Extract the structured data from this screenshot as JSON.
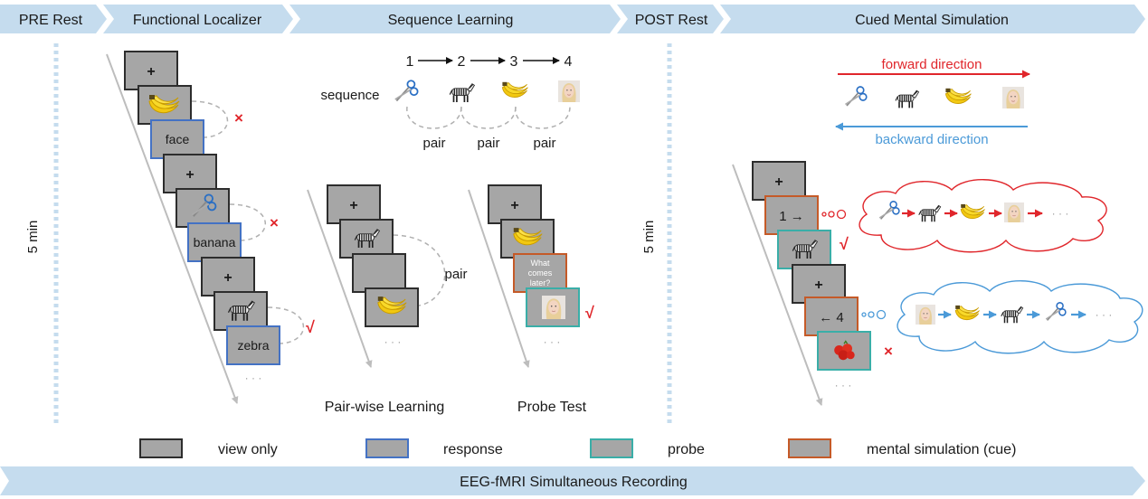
{
  "phases": [
    {
      "label": "PRE Rest"
    },
    {
      "label": "Functional Localizer"
    },
    {
      "label": "Sequence Learning"
    },
    {
      "label": "POST Rest"
    },
    {
      "label": "Cued Mental Simulation"
    }
  ],
  "durations": {
    "pre_rest": "5 min",
    "post_rest": "5 min"
  },
  "localizer": {
    "fixation": "+",
    "response_words": [
      "face",
      "banana",
      "zebra"
    ],
    "correct_mark": "√",
    "wrong_mark": "×",
    "ellipsis": "· · ·"
  },
  "sequence_learning": {
    "order_numbers": [
      "1",
      "2",
      "3",
      "4"
    ],
    "sequence_label": "sequence",
    "pair_labels": [
      "pair",
      "pair",
      "pair"
    ],
    "pairwise": {
      "title": "Pair-wise Learning",
      "pair_label": "pair"
    },
    "probe": {
      "title": "Probe Test",
      "question_lines": [
        "What",
        "comes",
        "later?"
      ]
    }
  },
  "mental_simulation": {
    "forward_label": "forward direction",
    "backward_label": "backward direction",
    "forward_cue": "1 →",
    "backward_cue": "← 4",
    "trailing_dots": "· · ·"
  },
  "legend": [
    {
      "label": "view only",
      "border": "#2d2d2d"
    },
    {
      "label": "response",
      "border": "#4472c4"
    },
    {
      "label": "probe",
      "border": "#3aaea8"
    },
    {
      "label": "mental simulation (cue)",
      "border": "#c55a28"
    }
  ],
  "footer": {
    "label": "EEG-fMRI Simultaneous Recording"
  },
  "colors": {
    "phase_bar": "#c5dcee",
    "frame_fill": "#a6a6a6",
    "forward": "#e0262b",
    "backward": "#4b9ad8",
    "check": "#e0262b",
    "cross": "#e0262b"
  }
}
